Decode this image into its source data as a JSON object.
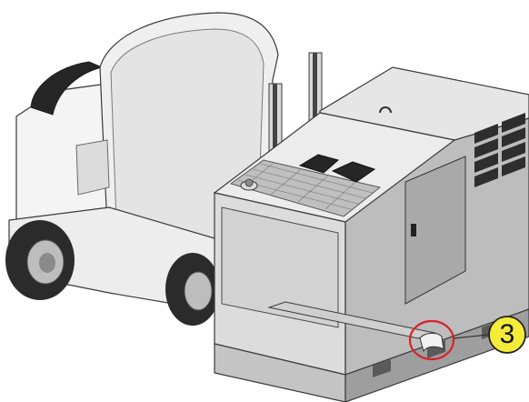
{
  "callout": {
    "number": "3",
    "badge_color": "#f5ec3a",
    "highlight_color": "#d8222b"
  },
  "palette": {
    "forklift_body": "#f1f1f1",
    "forklift_outline": "#3a3a3a",
    "tire": "#2b2b2b",
    "mast": "#5a5a5a",
    "generator_light": "#e2e2e2",
    "generator_mid": "#c9c9c9",
    "generator_dark": "#9c9c9c",
    "vents": "#2e2e2e"
  },
  "icons": [
    "forklift-illustration",
    "generator-set-illustration",
    "lifting-fork-pocket-icon"
  ]
}
